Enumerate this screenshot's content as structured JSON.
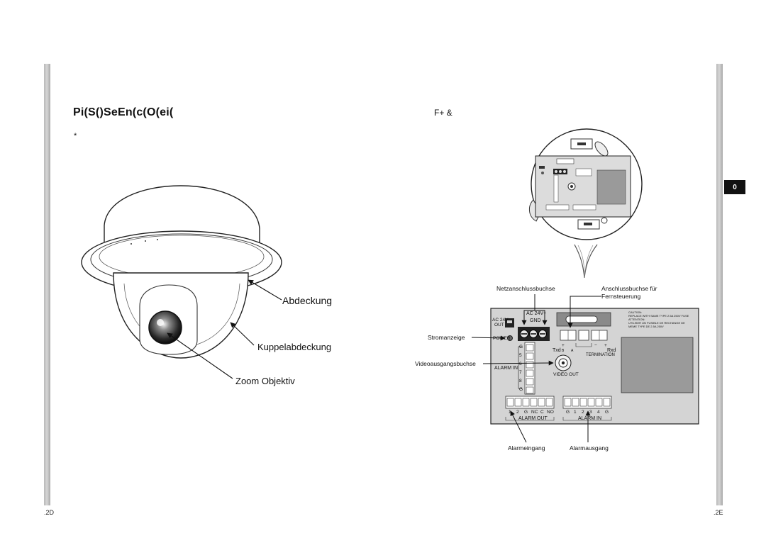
{
  "page": {
    "title": "Pi(S()SeEn(c(O(ei(",
    "asterisk": "*",
    "subtitle": "F+ &",
    "chapter_tab": "0",
    "page_left": ".2D",
    "page_right": ".2E"
  },
  "camera_labels": {
    "cover": "Abdeckung",
    "dome_cover": "Kuppelabdeckung",
    "zoom_lens": "Zoom Objektiv"
  },
  "panel_labels": {
    "power_socket": "Netzanschlussbuchse",
    "remote_socket_line1": "Anschlussbuchse für",
    "remote_socket_line2": "Fernsteuerung",
    "power_indicator": "Stromanzeige",
    "video_out_socket": "Videoausgangsbuchse",
    "alarm_input": "Alarmeingang",
    "alarm_output": "Alarmausgang"
  },
  "board_text": {
    "ac24v_out": "AC 24V",
    "out": "OUT",
    "ac24v": "AC 24V~",
    "gnd": "GND",
    "power": "POWER",
    "txd": "Txd",
    "rxd": "Rxd",
    "b": "B",
    "a": "A",
    "plus": "+",
    "minus": "−",
    "termination": "TERMINATION",
    "video_out": "VIDEO OUT",
    "alarm_in": "ALARM IN",
    "alarm_out": "ALARM OUT",
    "alarm_in_left": [
      "G",
      "5",
      "6",
      "7",
      "8",
      "G"
    ],
    "alarm_out_pins": [
      "1",
      "2",
      "G",
      "NC",
      "C",
      "NO"
    ],
    "alarm_in_pins": [
      "G",
      "1",
      "2",
      "3",
      "4",
      "G"
    ],
    "caution_lines": [
      "CAUTION:",
      "REPLACE WITH SAME TYPE 2.5A 250V FUSE",
      "ATTENTION:",
      "UTILISER UN FUSIBLE DE RECHANGE DE",
      "MEME TYPE DE 2.5A 250V"
    ]
  },
  "colors": {
    "panel_fill": "#d4d4d4",
    "inner_fill": "#9a9a9a",
    "sidebar": "#c4c4c4",
    "tab": "#111111"
  }
}
